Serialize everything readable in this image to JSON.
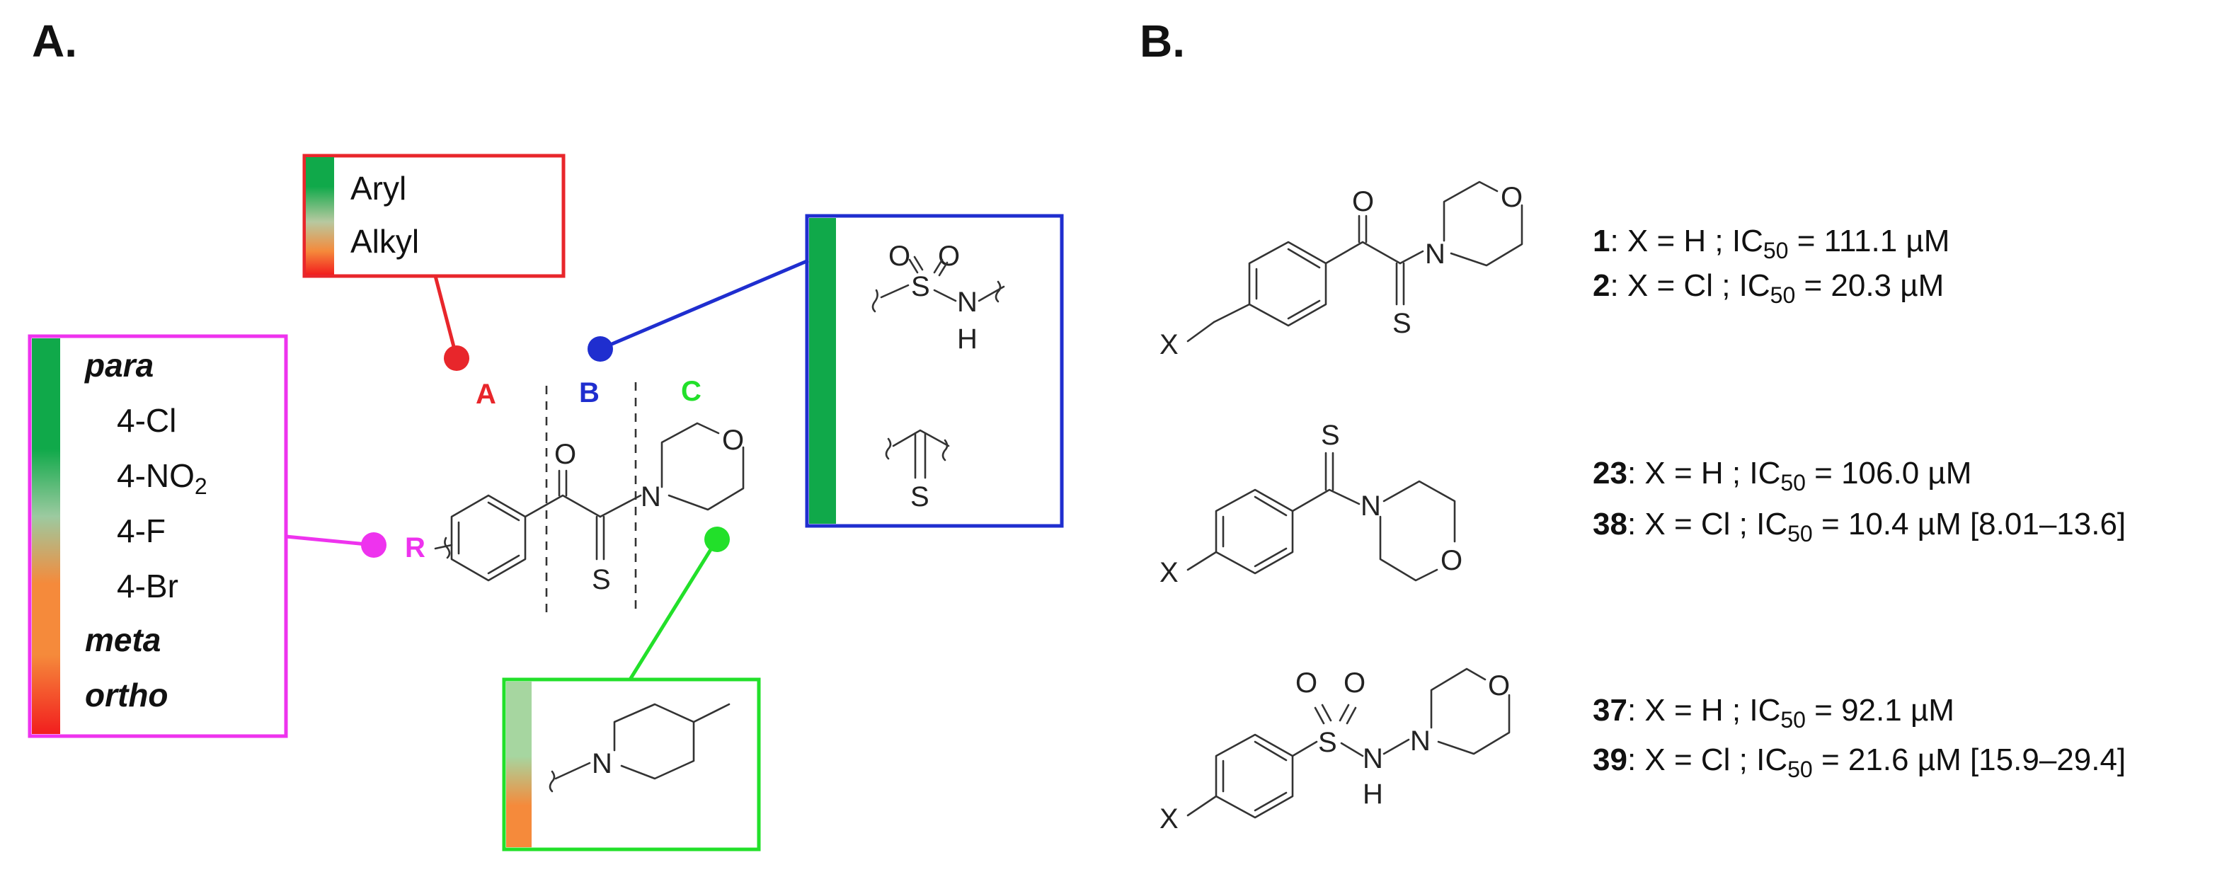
{
  "panels": {
    "a_label": "A.",
    "b_label": "B."
  },
  "colors": {
    "red": "#e8262b",
    "blue": "#1f2ecf",
    "green": "#22e02a",
    "magenta": "#ee33ee",
    "grad_green": "#10a94a",
    "grad_orange": "#f58a3b",
    "grad_red": "#f21e1e"
  },
  "regions": {
    "a": "A",
    "b": "B",
    "c": "C",
    "r": "R"
  },
  "red_box": {
    "items": [
      "Aryl",
      "Alkyl"
    ]
  },
  "magenta_box": {
    "para": "para",
    "sub1": "4-Cl",
    "sub2_main": "4-NO",
    "sub2_sub": "2",
    "sub3": "4-F",
    "sub4": "4-Br",
    "meta": "meta",
    "ortho": "ortho"
  },
  "atoms": {
    "O": "O",
    "N": "N",
    "S": "S",
    "H": "H",
    "X": "X"
  },
  "compounds": [
    {
      "id": "1",
      "rest_pre": ": X = H ; IC",
      "sub": "50",
      "rest_post": " = 111.1 µM"
    },
    {
      "id": "2",
      "rest_pre": ": X = Cl ; IC",
      "sub": "50",
      "rest_post": " = 20.3 µM"
    },
    {
      "id": "23",
      "rest_pre": ": X = H ; IC",
      "sub": "50",
      "rest_post": " = 106.0 µM"
    },
    {
      "id": "38",
      "rest_pre": ": X = Cl ; IC",
      "sub": "50",
      "rest_post": " = 10.4 µM [8.01–13.6]"
    },
    {
      "id": "37",
      "rest_pre": ": X = H ; IC",
      "sub": "50",
      "rest_post": " = 92.1 µM"
    },
    {
      "id": "39",
      "rest_pre": ": X = Cl ; IC",
      "sub": "50",
      "rest_post": " = 21.6 µM [15.9–29.4]"
    }
  ]
}
